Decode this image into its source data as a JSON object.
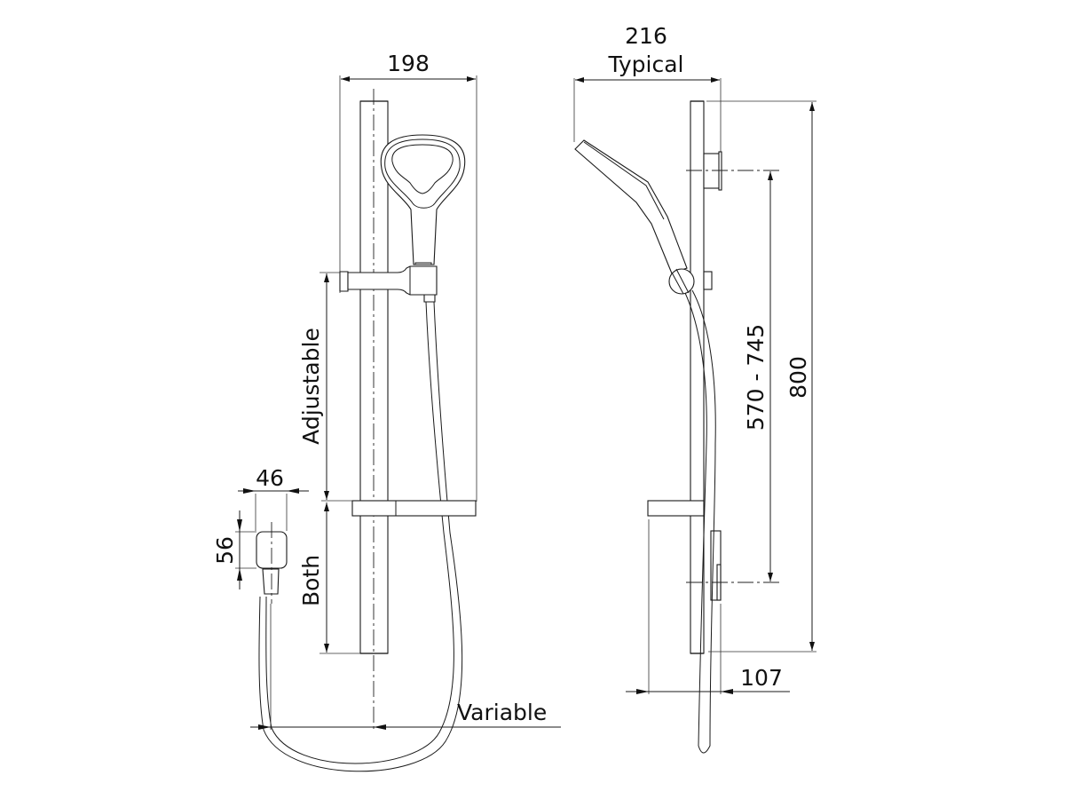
{
  "drawing": {
    "title": "Shower rail dimension drawing",
    "units": "mm",
    "colors": {
      "line": "#1a1a1a",
      "background": "#ffffff"
    }
  },
  "front_view": {
    "width_label": "198",
    "adjustable_label": "Adjustable",
    "both_label": "Both",
    "variable_label": "Variable",
    "wall_outlet": {
      "width_label": "46",
      "height_label": "56"
    }
  },
  "side_view": {
    "projection_label_value": "216",
    "projection_label_note": "Typical",
    "bracket_centres_label": "570 - 745",
    "overall_height_label": "800",
    "depth_label": "107"
  }
}
